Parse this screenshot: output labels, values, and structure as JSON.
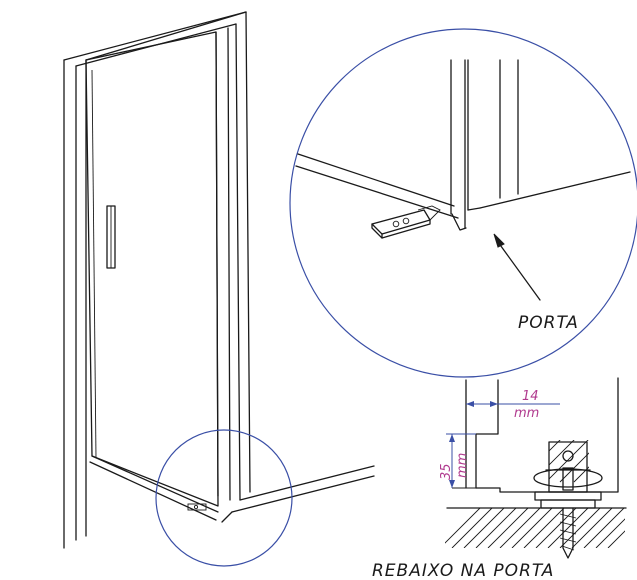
{
  "labels": {
    "porta": "PORTA",
    "rebaixo": "REBAIXO NA PORTA"
  },
  "dimensions": {
    "width_value": "14",
    "width_unit": "mm",
    "height_value": "35",
    "height_unit": "mm"
  },
  "colors": {
    "line": "#1a1a1a",
    "detail_circle": "#3a4fa6",
    "dimension_text": "#b03a8e"
  }
}
